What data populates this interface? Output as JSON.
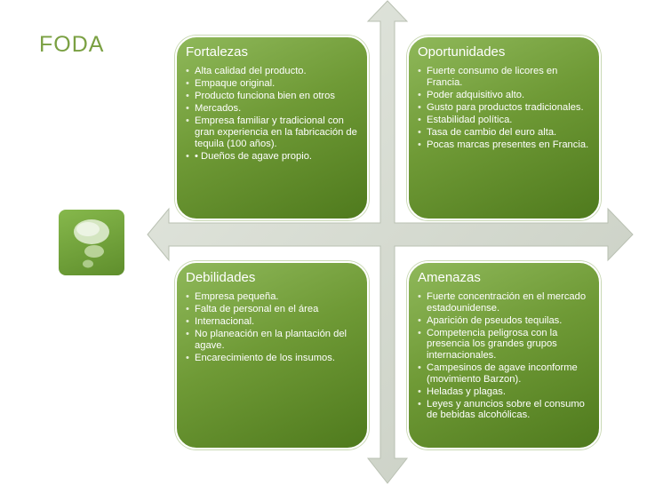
{
  "slide": {
    "title": "FODA"
  },
  "quadrants": {
    "fortalezas": {
      "heading": "Fortalezas",
      "items": [
        "Alta calidad del producto.",
        "Empaque original.",
        "Producto funciona bien en otros",
        "Mercados.",
        "Empresa familiar y tradicional con gran experiencia en la fabricación de tequila (100 años).",
        "• Dueños de agave propio."
      ]
    },
    "oportunidades": {
      "heading": "Oportunidades",
      "items": [
        "Fuerte consumo de licores en Francia.",
        "Poder adquisitivo alto.",
        "Gusto para productos tradicionales.",
        "Estabilidad política.",
        "Tasa de cambio del euro alta.",
        "Pocas marcas presentes en Francia."
      ]
    },
    "debilidades": {
      "heading": "Debilidades",
      "items": [
        "Empresa pequeña.",
        "Falta de personal en el área",
        "Internacional.",
        "No planeación en la plantación del agave.",
        "Encarecimiento de los insumos."
      ]
    },
    "amenazas": {
      "heading": "Amenazas",
      "items": [
        "Fuerte concentración en el mercado estadounidense.",
        "Aparición de pseudos tequilas.",
        "Competencia peligrosa con la presencia los grandes grupos internacionales.",
        "Campesinos de agave inconforme (movimiento Barzon).",
        "Heladas y plagas.",
        "Leyes y anuncios sobre el consumo de bebidas alcohólicas."
      ]
    }
  },
  "colors": {
    "accent": "#7aa042",
    "quadrant_dark": "#4f7a1d",
    "quadrant_light": "#8fb85a",
    "arrow": "#d3d8cf"
  },
  "icons": {
    "tile": "thought-bubble-icon",
    "cross": "four-way-arrow-icon"
  }
}
